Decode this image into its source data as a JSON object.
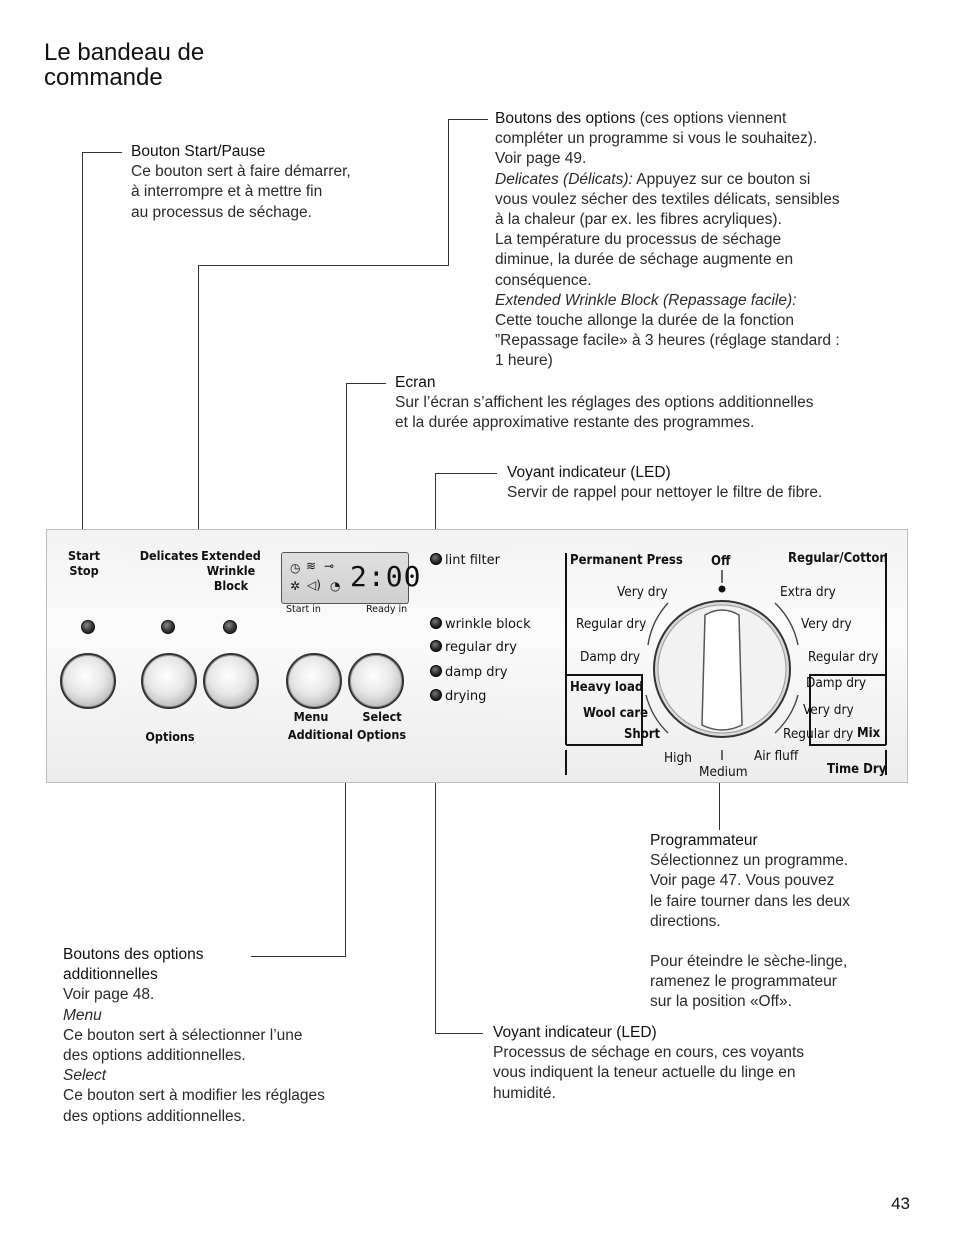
{
  "title_line1": "Le bandeau de",
  "title_line2": "commande",
  "start_pause": {
    "heading": "Bouton Start/Pause",
    "l1": "Ce bouton sert à faire démarrer,",
    "l2": "à interrompre et à mettre fin",
    "l3": "au processus de séchage."
  },
  "options_block": {
    "heading": "Boutons des options",
    "heading_rest": " (ces options viennent",
    "l2": "compléter un programme si vous le souhaitez).",
    "l3": "Voir page 49.",
    "delicates_it": "Delicates  (Délicats):",
    "delicates_rest": " Appuyez sur ce bouton si",
    "l5": "vous voulez sécher des textiles délicats, sensibles",
    "l6": "à la chaleur (par ex. les fibres acryliques).",
    "l7": "La température du processus de séchage",
    "l8": "diminue, la durée de séchage augmente en",
    "l9": "conséquence.",
    "ewb_it": "Extended Wrinkle Block (Repassage facile):",
    "l11": "Cette touche allonge la durée de la fonction",
    "l12": "”Repassage facile» à 3 heures (réglage standard :",
    "l13": "1 heure)"
  },
  "ecran": {
    "heading": "Ecran",
    "l1": "Sur l’écran s’affichent les réglages des options additionnelles",
    "l2": "et la durée approximative restante des programmes."
  },
  "led_top": {
    "heading": "Voyant indicateur (LED)",
    "l1": "Servir de rappel pour nettoyer le filtre de fibre."
  },
  "panel": {
    "start": "Start",
    "stop": "Stop",
    "delicates": "Delicates",
    "extended": "Extended",
    "wrinkle": "Wrinkle",
    "block": "Block",
    "options": "Options",
    "menu": "Menu",
    "select": "Select",
    "additional_options": "Additional Options",
    "screen_digits": "2:00",
    "start_in": "Start in",
    "ready_in": "Ready in",
    "indicators": [
      "lint filter",
      "wrinkle block",
      "regular dry",
      "damp dry",
      "drying"
    ],
    "dial": {
      "permanent_press": "Permanent Press",
      "off": "Off",
      "regular_cotton": "Regular/Cotton",
      "pp_very_dry": "Very dry",
      "pp_regular_dry": "Regular dry",
      "pp_damp_dry": "Damp dry",
      "heavy_load": "Heavy load",
      "wool_care": "Wool care",
      "short": "Short",
      "high": "High",
      "medium": "Medium",
      "air_fluff": "Air fluff",
      "time_dry": "Time Dry",
      "rc_extra_dry": "Extra dry",
      "rc_very_dry": "Very dry",
      "rc_regular_dry": "Regular dry",
      "rc_damp_dry": "Damp dry",
      "mix_very_dry": "Very dry",
      "mix_regular_dry": "Regular dry",
      "mix": "Mix"
    }
  },
  "programmateur": {
    "heading": "Programmateur",
    "l1": "Sélectionnez un programme.",
    "l2": "Voir page 47. Vous pouvez",
    "l3": "le faire tourner dans les deux",
    "l4": "directions.",
    "l5": "Pour éteindre le sèche-linge,",
    "l6": "ramenez le programmateur",
    "l7": "sur la position «Off»."
  },
  "add_options": {
    "heading1": "Boutons des options",
    "heading2": "additionnelles",
    "l1": "Voir page 48.",
    "menu_it": "Menu",
    "l2": "Ce bouton sert à sélectionner l’une",
    "l3": "des options  additionnelles.",
    "select_it": "Select",
    "l4": "Ce bouton sert à modifier les réglages",
    "l5": "des options additionnelles."
  },
  "led_bottom": {
    "heading": "Voyant indicateur (LED)",
    "l1": "Processus de séchage en cours, ces voyants",
    "l2": "vous indiquent la teneur actuelle du linge en",
    "l3": "humidité."
  },
  "page_number": "43"
}
